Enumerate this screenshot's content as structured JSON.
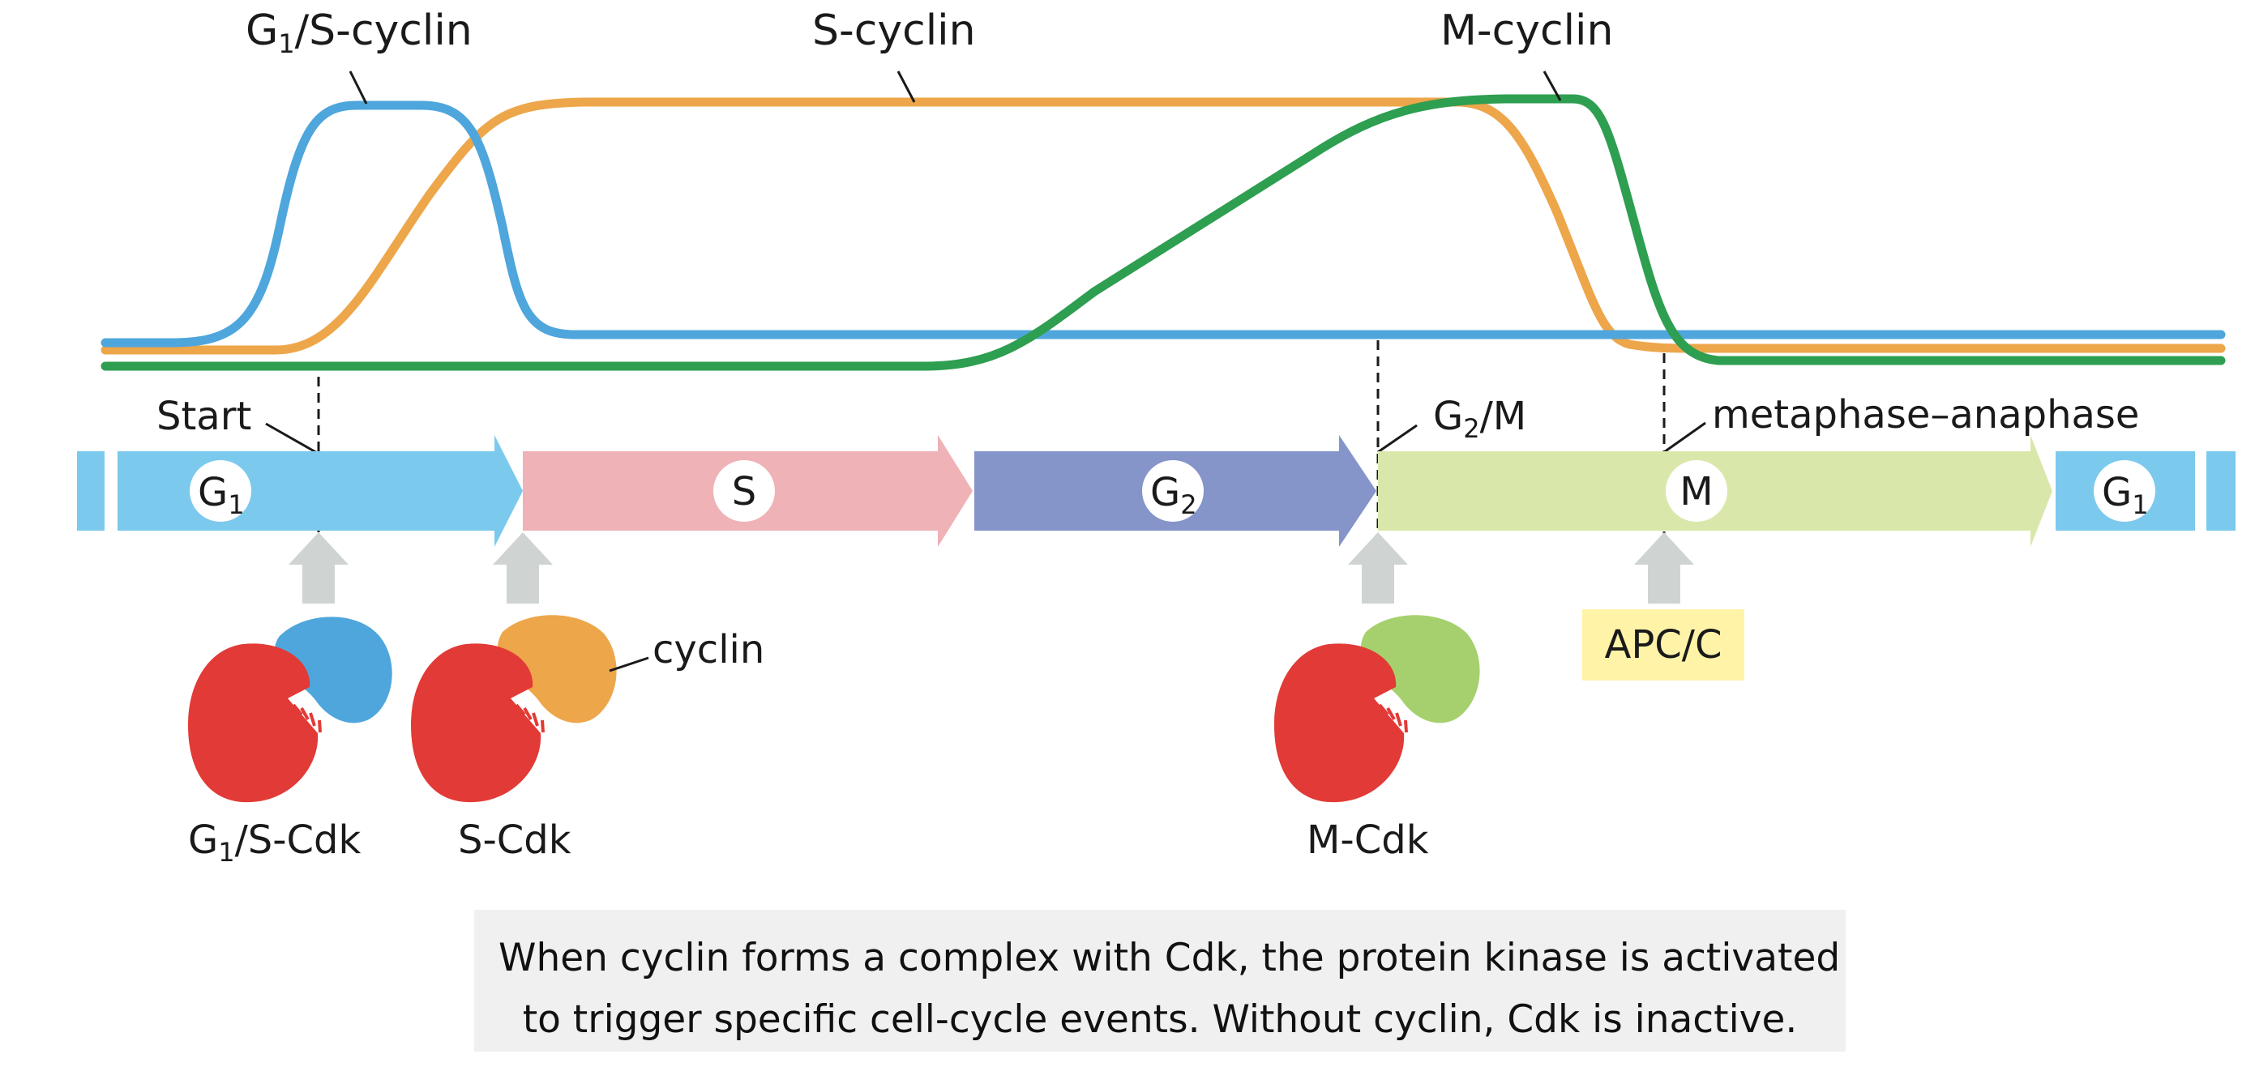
{
  "curve_labels": {
    "g1s_cyclin": {
      "main": "G",
      "sub": "1",
      "rest": "/S-cyclin"
    },
    "s_cyclin": "S-cyclin",
    "m_cyclin": "M-cyclin"
  },
  "checkpoints": {
    "start": "Start",
    "g2m": {
      "main": "G",
      "sub": "2",
      "rest": "/M"
    },
    "meta_ana": "metaphase–anaphase"
  },
  "phases": {
    "g1": {
      "main": "G",
      "sub": "1"
    },
    "s": "S",
    "g2": {
      "main": "G",
      "sub": "2"
    },
    "m": "M",
    "g1_next": {
      "main": "G",
      "sub": "1"
    }
  },
  "complexes": {
    "g1s_cdk": {
      "main": "G",
      "sub": "1",
      "rest": "/S-Cdk"
    },
    "s_cdk": "S-Cdk",
    "m_cdk": "M-Cdk",
    "cyclin_label": "cyclin"
  },
  "apc_c": "APC/C",
  "caption": {
    "line1": "When cyclin forms a complex with Cdk, the protein kinase is activated",
    "line2": "to trigger specific cell-cycle events. Without cyclin, Cdk is inactive."
  },
  "colors": {
    "g1s_cyclin": "#4ea6dc",
    "s_cyclin": "#eda64a",
    "m_cyclin": "#2e9e50",
    "cdk": "#e23a36",
    "phase_g1": "#7cc9ee",
    "phase_s": "#efb2b6",
    "phase_g2": "#8595c9",
    "phase_m": "#d9e8aa",
    "apc_box": "#fff3a8",
    "up_arrow": "#cfd4d3"
  }
}
